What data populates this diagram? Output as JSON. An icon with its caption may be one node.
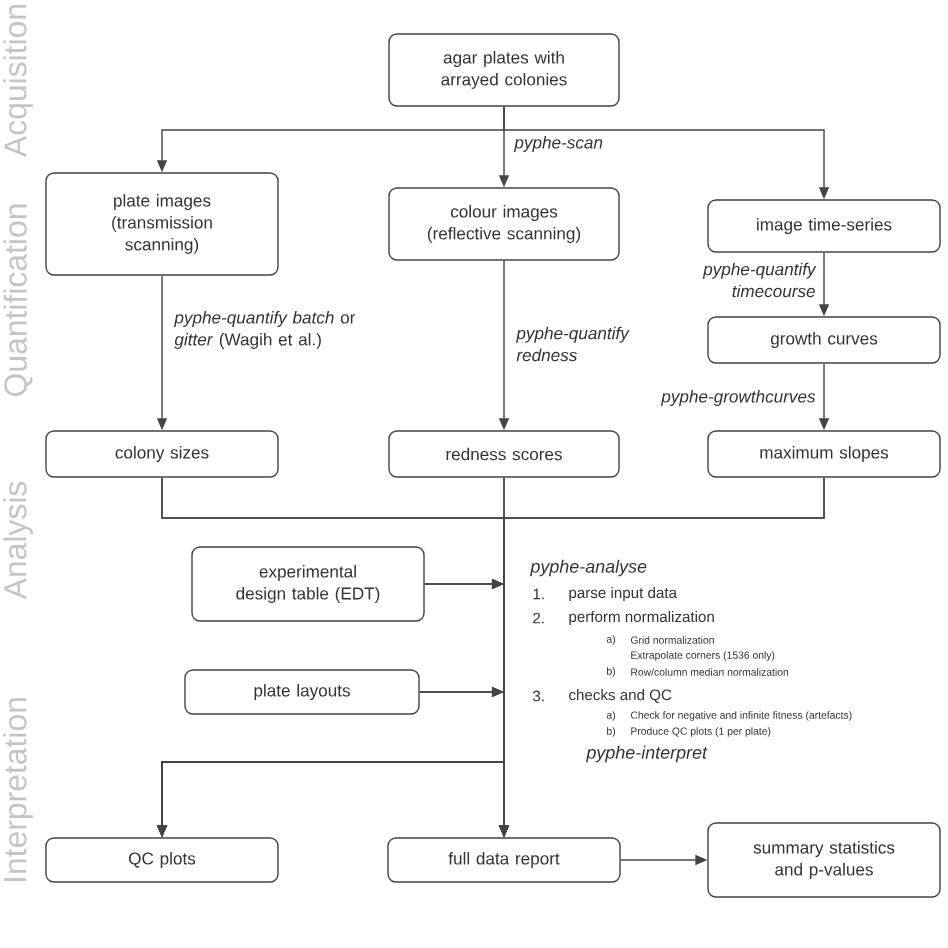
{
  "diagram": {
    "nodes": [
      {
        "text": [
          "agar plates with arrayed colonies"
        ]
      },
      {
        "text": [
          "plate images (transmission scanning)"
        ]
      },
      {
        "text": [
          "colour images (reflective scanning)"
        ]
      },
      {
        "text": [
          "image time-series"
        ]
      },
      {
        "text": [
          "growth curves"
        ]
      },
      {
        "text": [
          "colony sizes"
        ]
      },
      {
        "text": [
          "redness scores"
        ]
      },
      {
        "text": [
          "maximum slopes"
        ]
      },
      {
        "text": [
          "experimental design table (EDT)"
        ]
      },
      {
        "text": [
          "plate layouts"
        ]
      },
      {
        "text": [
          "QC plots"
        ]
      },
      {
        "text": [
          "full data report"
        ]
      },
      {
        "text": [
          "summary statistics and p-values"
        ]
      }
    ],
    "edges": [
      {
        "from": 0,
        "to": 1,
        "arrow": "to"
      },
      {
        "from": 0,
        "to": 2,
        "arrow": "to",
        "label": "pyphe-scan"
      },
      {
        "from": 0,
        "to": 3,
        "arrow": "to"
      },
      {
        "from": 1,
        "to": 5,
        "arrow": "to",
        "label": "*pyphe-quantify batch* or *gitter* (Wagih et al.)"
      },
      {
        "from": 2,
        "to": 6,
        "arrow": "to",
        "label": "pyphe-quantify redness"
      },
      {
        "from": 3,
        "to": 4,
        "arrow": "to",
        "label": "pyphe-quantify timecourse"
      },
      {
        "from": 4,
        "to": 7,
        "arrow": "to",
        "label": "pyphe-growthcurves"
      },
      {
        "from": 5,
        "to": 11,
        "arrow": "to"
      },
      {
        "from": 6,
        "to": 11,
        "arrow": "to"
      },
      {
        "from": 7,
        "to": 11,
        "arrow": "to"
      },
      {
        "from": 8,
        "to": 11,
        "arrow": "to"
      },
      {
        "from": 9,
        "to": 11,
        "arrow": "to"
      },
      {
        "from": 5,
        "to": 10,
        "arrow": "to"
      },
      {
        "from": 6,
        "to": 10,
        "arrow": "to"
      },
      {
        "from": 7,
        "to": 10,
        "arrow": "to"
      },
      {
        "from": 8,
        "to": 10,
        "arrow": "to"
      },
      {
        "from": 9,
        "to": 10,
        "arrow": "to"
      },
      {
        "from": 11,
        "to": 12,
        "arrow": "to"
      }
    ],
    "labels": [
      "Acquisition",
      "Quantification",
      "Analysis",
      "Interpretation",
      "pyphe-analyse",
      "1.",
      "parse input data",
      "2.",
      "perform normalization",
      "a)",
      "Grid normalization",
      "Extrapolate corners (1536 only)",
      "b)",
      "Row/column median normalization",
      "3.",
      "checks and QC",
      "a)",
      "Check for negative and infinite fitness (artefacts)",
      "b)",
      "Produce QC plots (1 per plate)",
      "pyphe-interpret"
    ]
  }
}
